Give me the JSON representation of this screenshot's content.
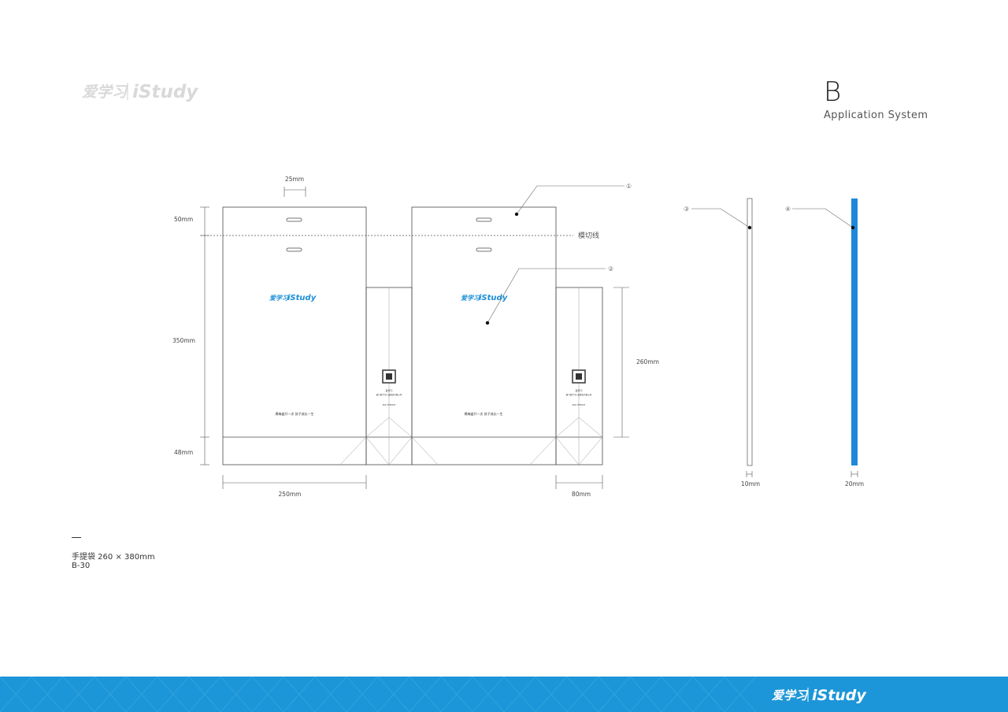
{
  "brand": {
    "logo_cn": "爱学习",
    "logo_en": "iStudy",
    "logo_color_blue": "#1c8fd6",
    "logo_color_yellow": "#f5c400",
    "logo_gray": "#d6d6d6",
    "footer_color": "#1c96d8"
  },
  "section": {
    "letter": "B",
    "subtitle": "Application System"
  },
  "diagram": {
    "dimensions": {
      "handle_width": "25mm",
      "top_flap": "50mm",
      "body_height": "350mm",
      "bottom": "48mm",
      "front_width": "250mm",
      "side_width": "80mm",
      "side_height": "260mm",
      "strip1_width": "10mm",
      "strip2_width": "20mm"
    },
    "labels": {
      "die_cut_line": "模切线",
      "callout1": "①",
      "callout2": "②",
      "callout3": "③",
      "callout4": "④"
    },
    "bag_text": {
      "slogan": "揭梅盛开一次 孩子成长一生",
      "side_title": "爱学习",
      "side_company": "厦门爱学习儿童教育有限公司",
      "side_phone": "400-7558197"
    },
    "strip2_color": "#1e88d9"
  },
  "caption": {
    "title": "手提袋 260 × 380mm",
    "code": "B-30"
  }
}
